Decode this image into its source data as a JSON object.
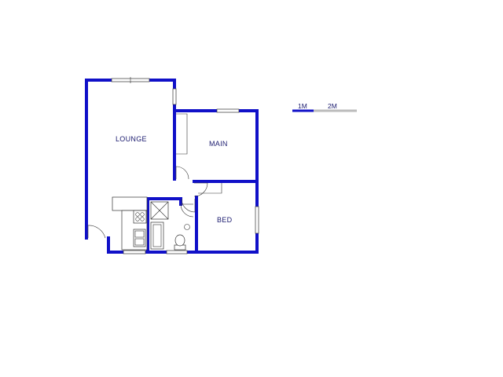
{
  "floorplan": {
    "rooms": {
      "lounge": "LOUNGE",
      "main": "MAIN",
      "bed": "BED"
    },
    "scale_bar": {
      "label_1": "1M",
      "label_2": "2M"
    },
    "colors": {
      "wall": "#1010c8",
      "fixture": "#333333",
      "scale_light": "#bbbbbb",
      "label": "#1a1a6e"
    }
  }
}
